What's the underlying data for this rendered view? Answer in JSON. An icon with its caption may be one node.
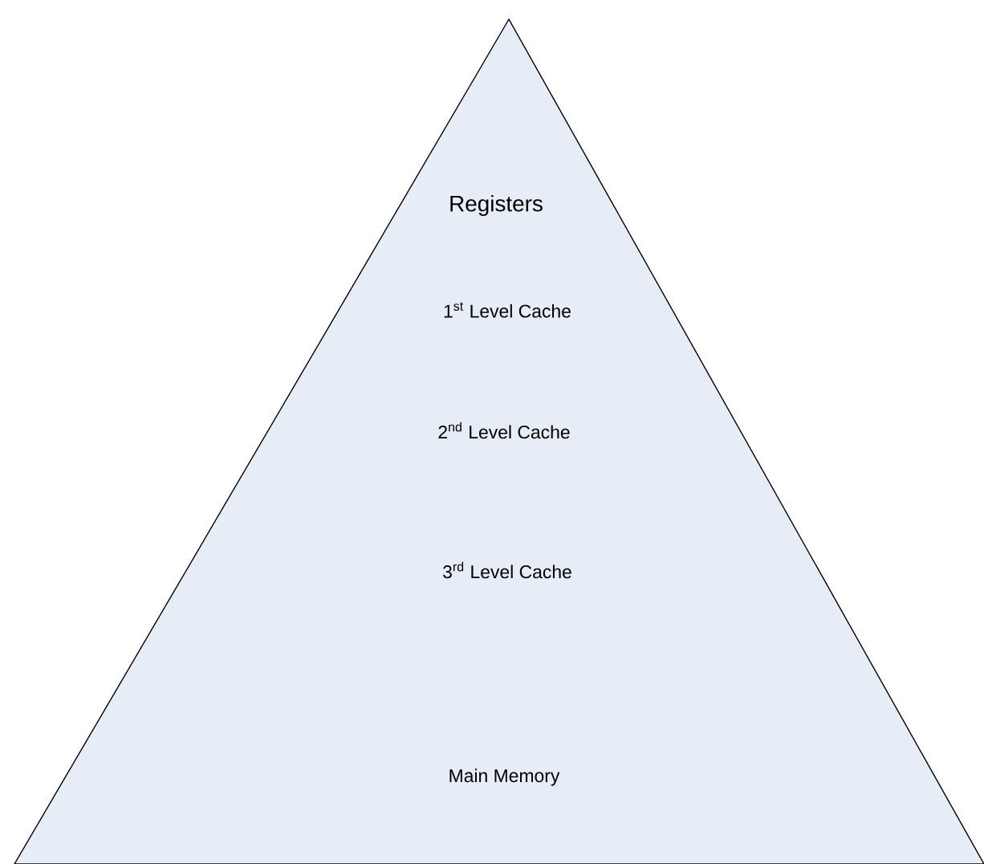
{
  "diagram": {
    "nodes": [
      {
        "text": [
          "Registers",
          "1$^{st}$ Level Cache",
          "2$^{nd}$ Level Cache",
          "3$^{rd}$ Level Cache",
          "Main Memory"
        ]
      }
    ]
  }
}
